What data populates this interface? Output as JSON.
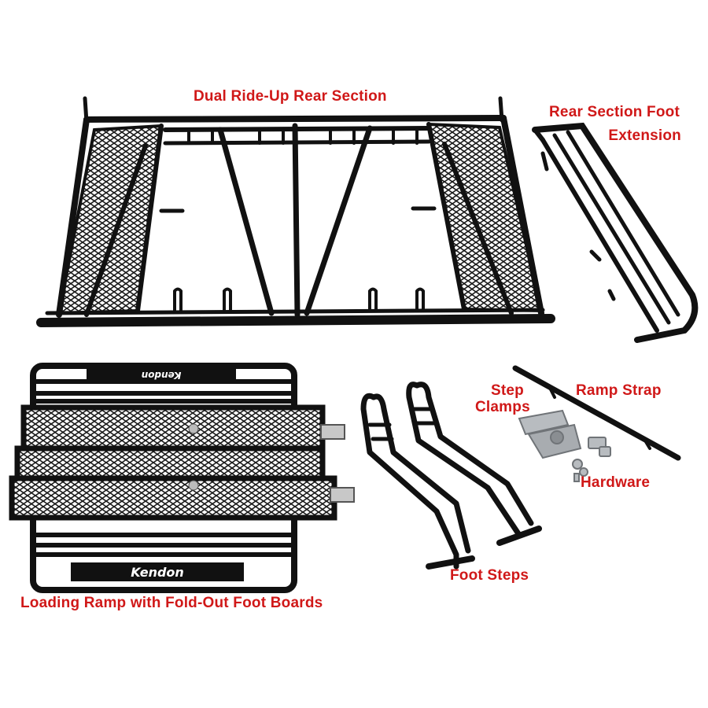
{
  "labels": {
    "rear_section": "Dual Ride-Up Rear Section",
    "foot_extension_line1": "Rear Section Foot",
    "foot_extension_line2": "Extension",
    "step_clamps_line1": "Step",
    "step_clamps_line2": "Clamps",
    "ramp_strap": "Ramp Strap",
    "hardware": "Hardware",
    "foot_steps": "Foot Steps",
    "loading_ramp": "Loading Ramp with Fold-Out Foot Boards"
  },
  "brand": {
    "logo_text_bottom": "Kendon",
    "logo_text_top": "Kendon"
  },
  "colors": {
    "label": "#d01818",
    "metal": "#111111",
    "mesh": "#2a2a2a",
    "hardware": "#b8bcc0"
  }
}
